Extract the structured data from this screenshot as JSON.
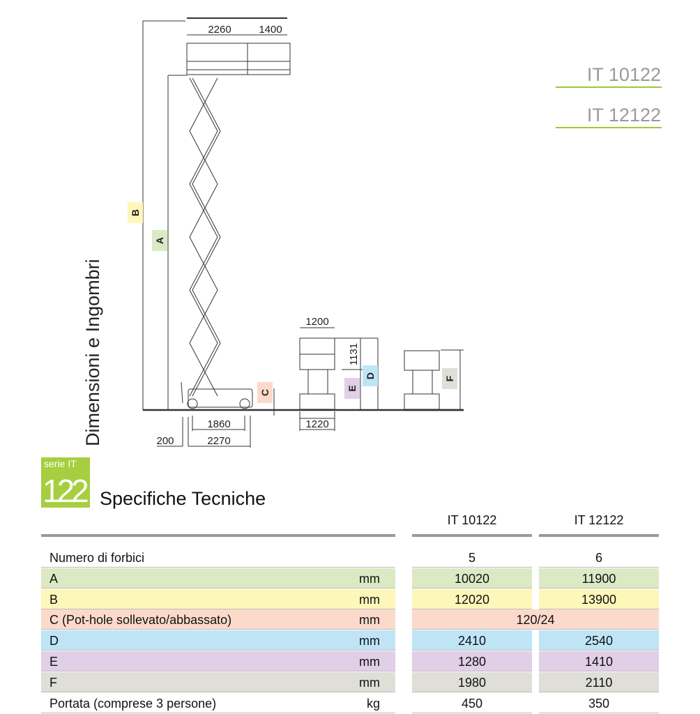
{
  "models": [
    "IT 10122",
    "IT 12122"
  ],
  "side_title": "Dimensioni e Ingombri",
  "diagram": {
    "dims": {
      "platform_len": "2260",
      "ext": "1400",
      "wheelbase": "1860",
      "length": "2270",
      "overhang": "200",
      "width_top": "1200",
      "width_base": "1220",
      "rail": "1131"
    },
    "letters": {
      "A": "A",
      "B": "B",
      "C": "C",
      "D": "D",
      "E": "E",
      "F": "F"
    }
  },
  "badge": {
    "series": "serie IT",
    "number": "122"
  },
  "spec_title": "Specifiche Tecniche",
  "colors": {
    "A": "#dce9c5",
    "B": "#fdf7b9",
    "C": "#fcdacb",
    "D": "#bfe4f6",
    "E": "#e0cfe7",
    "F": "#dfdfd8",
    "accent": "#a5cf3f"
  },
  "table": {
    "columns": [
      "IT 10122",
      "IT 12122"
    ],
    "rows": [
      {
        "key": "n",
        "label": "Numero di forbici",
        "unit": "",
        "v1": "5",
        "v2": "6"
      },
      {
        "key": "A",
        "label": "A",
        "unit": "mm",
        "v1": "10020",
        "v2": "11900"
      },
      {
        "key": "B",
        "label": "B",
        "unit": "mm",
        "v1": "12020",
        "v2": "13900"
      },
      {
        "key": "C",
        "label": "C (Pot-hole sollevato/abbassato)",
        "unit": "mm",
        "merged": "120/24"
      },
      {
        "key": "D",
        "label": "D",
        "unit": "mm",
        "v1": "2410",
        "v2": "2540"
      },
      {
        "key": "E",
        "label": "E",
        "unit": "mm",
        "v1": "1280",
        "v2": "1410"
      },
      {
        "key": "F",
        "label": "F",
        "unit": "mm",
        "v1": "1980",
        "v2": "2110"
      },
      {
        "key": "p",
        "label": "Portata (comprese 3 persone)",
        "unit": "kg",
        "v1": "450",
        "v2": "350"
      }
    ]
  }
}
